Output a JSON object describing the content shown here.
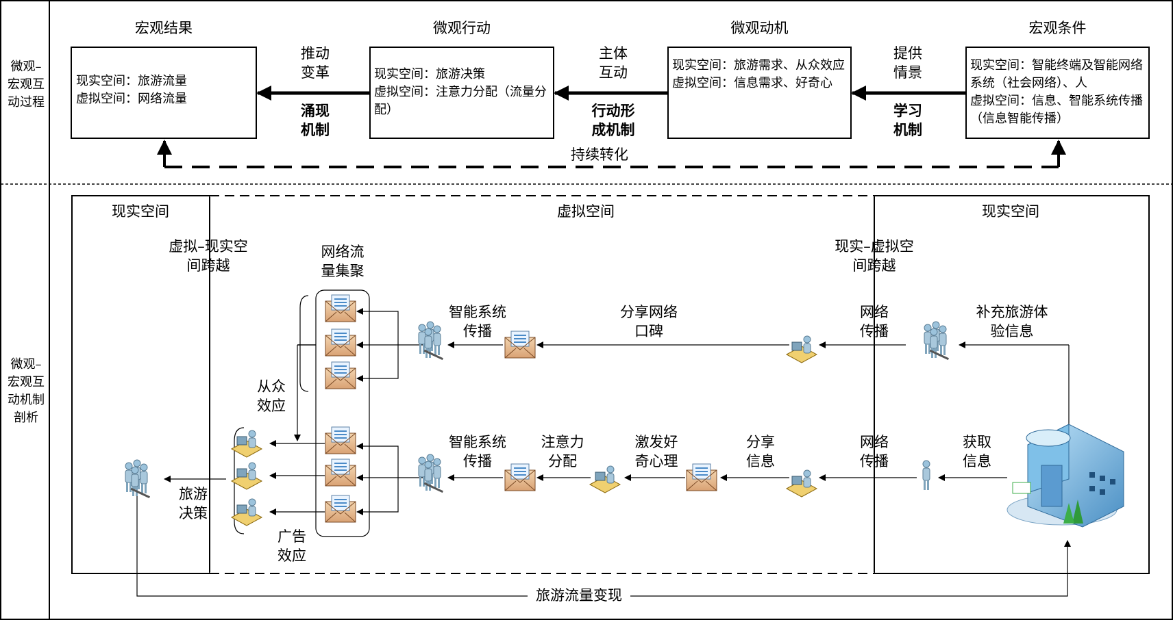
{
  "side_labels": {
    "top": "微观–宏观互动过程",
    "bottom": "微观–宏观互动机制剖析"
  },
  "top_section": {
    "headers": [
      "宏观结果",
      "微观行动",
      "微观动机",
      "宏观条件"
    ],
    "boxes": [
      [
        "现实空间：旅游流量",
        "虚拟空间：网络流量"
      ],
      [
        "现实空间：旅游决策",
        "虚拟空间：注意力分配（流量分配）"
      ],
      [
        "现实空间：旅游需求、从众效应",
        "虚拟空间：信息需求、好奇心"
      ],
      [
        "现实空间：智能终端及智能网络系统（社会网络）、人",
        "虚拟空间：信息、智能系统传播（信息智能传播）"
      ]
    ],
    "arrow_labels_top": [
      "推动变革",
      "主体互动",
      "提供情景"
    ],
    "arrow_labels_bottom": [
      "涌现机制",
      "行动形成机制",
      "学习机制"
    ],
    "feedback_label": "持续转化"
  },
  "bottom_section": {
    "regions": [
      "现实空间",
      "虚拟空间",
      "现实空间"
    ],
    "crossings": [
      "虚拟–现实空间跨越",
      "现实–虚拟空间跨越"
    ],
    "labels": {
      "network_flow_gather": "网络流量集聚",
      "herd_effect": "从众效应",
      "ad_effect": "广告效应",
      "travel_decision": "旅游决策",
      "smart_spread_1": "智能系统传播",
      "smart_spread_2": "智能系统传播",
      "share_wom": "分享网络口碑",
      "net_spread_1": "网络传播",
      "net_spread_2": "网络传播",
      "supplement": "补充旅游体验信息",
      "attention": "注意力分配",
      "curiosity": "激发好奇心理",
      "share_info": "分享信息",
      "get_info": "获取信息",
      "monetize": "旅游流量变现"
    }
  },
  "icons": [
    "person-group-icon",
    "person-at-computer-icon",
    "envelope-icon",
    "building-icon"
  ]
}
